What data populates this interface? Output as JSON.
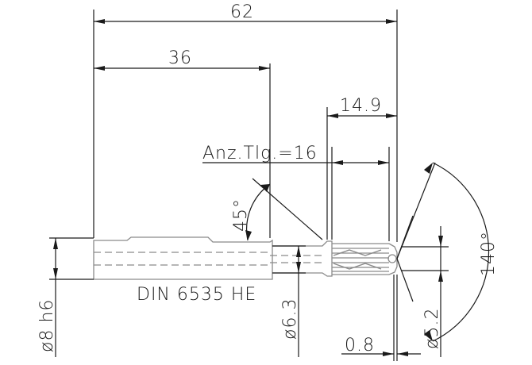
{
  "dimensions": {
    "overall_length": "62",
    "shank_length": "36",
    "thread_length": "14.9",
    "tooth_note": "Anz.Tlg.=16",
    "chamfer_angle": "45°",
    "point_angle": "140°",
    "shank_diameter": "ø8 h6",
    "neck_diameter": "ø6.3",
    "tip_diameter": "ø5.2",
    "tip_offset": "0.8"
  },
  "standard_label": "DIN 6535 HE"
}
